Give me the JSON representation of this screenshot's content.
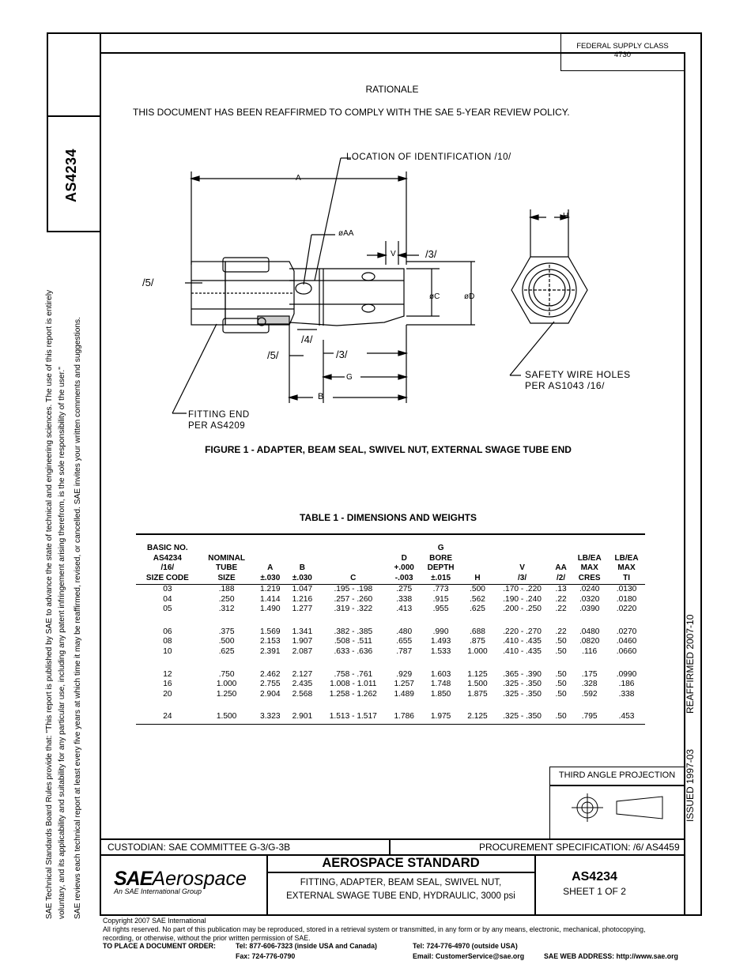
{
  "federal_supply": {
    "line1": "FEDERAL SUPPLY CLASS",
    "line2": "4730"
  },
  "doc_number_side": "AS4234",
  "rationale": {
    "heading": "RATIONALE",
    "text": "THIS DOCUMENT HAS BEEN REAFFIRMED TO COMPLY WITH THE SAE 5-YEAR REVIEW POLICY."
  },
  "figure": {
    "caption": "FIGURE 1 - ADAPTER, BEAM SEAL, SWIVEL NUT, EXTERNAL SWAGE TUBE END",
    "labels": {
      "location_id": "LOCATION OF IDENTIFICATION /10/",
      "a": "A",
      "aa": "øAA",
      "v": "V",
      "note3_top": "/3/",
      "note5_left": "/5/",
      "c": "øC",
      "d": "øD",
      "note4": "/4/",
      "note5_bottom": "/5/",
      "note3_bottom": "/3/",
      "g": "G",
      "b": "B",
      "fitting_end_1": "FITTING END",
      "fitting_end_2": "PER AS4209",
      "h": "H",
      "safety_1": "SAFETY WIRE HOLES",
      "safety_2": "PER AS1043 /16/"
    }
  },
  "table": {
    "title": "TABLE 1 - DIMENSIONS AND WEIGHTS",
    "headers": [
      [
        "BASIC NO.",
        "AS4234",
        "/16/",
        "SIZE CODE"
      ],
      [
        "NOMINAL",
        "TUBE",
        "SIZE"
      ],
      [
        "A",
        "±.030"
      ],
      [
        "B",
        "±.030"
      ],
      [
        "C"
      ],
      [
        "D",
        "+.000",
        "-.003"
      ],
      [
        "G",
        "BORE",
        "DEPTH",
        "±.015"
      ],
      [
        "H"
      ],
      [
        "V",
        "/3/"
      ],
      [
        "AA",
        "/2/"
      ],
      [
        "LB/EA",
        "MAX",
        "CRES"
      ],
      [
        "LB/EA",
        "MAX",
        "TI"
      ]
    ],
    "groups": [
      [
        [
          "03",
          ".188",
          "1.219",
          "1.047",
          ".195 - .198",
          ".275",
          ".773",
          ".500",
          ".170 - .220",
          ".13",
          ".0240",
          ".0130"
        ],
        [
          "04",
          ".250",
          "1.414",
          "1.216",
          ".257 - .260",
          ".338",
          ".915",
          ".562",
          ".190 - .240",
          ".22",
          ".0320",
          ".0180"
        ],
        [
          "05",
          ".312",
          "1.490",
          "1.277",
          ".319 - .322",
          ".413",
          ".955",
          ".625",
          ".200 - .250",
          ".22",
          ".0390",
          ".0220"
        ]
      ],
      [
        [
          "06",
          ".375",
          "1.569",
          "1.341",
          ".382 - .385",
          ".480",
          ".990",
          ".688",
          ".220 - .270",
          ".22",
          ".0480",
          ".0270"
        ],
        [
          "08",
          ".500",
          "2.153",
          "1.907",
          ".508 - .511",
          ".655",
          "1.493",
          ".875",
          ".410 - .435",
          ".50",
          ".0820",
          ".0460"
        ],
        [
          "10",
          ".625",
          "2.391",
          "2.087",
          ".633 - .636",
          ".787",
          "1.533",
          "1.000",
          ".410 - .435",
          ".50",
          ".116",
          ".0660"
        ]
      ],
      [
        [
          "12",
          ".750",
          "2.462",
          "2.127",
          ".758 - .761",
          ".929",
          "1.603",
          "1.125",
          ".365 - .390",
          ".50",
          ".175",
          ".0990"
        ],
        [
          "16",
          "1.000",
          "2.755",
          "2.435",
          "1.008 - 1.011",
          "1.257",
          "1.748",
          "1.500",
          ".325 - .350",
          ".50",
          ".328",
          ".186"
        ],
        [
          "20",
          "1.250",
          "2.904",
          "2.568",
          "1.258 - 1.262",
          "1.489",
          "1.850",
          "1.875",
          ".325 - .350",
          ".50",
          ".592",
          ".338"
        ]
      ],
      [
        [
          "24",
          "1.500",
          "3.323",
          "2.901",
          "1.513 - 1.517",
          "1.786",
          "1.975",
          "2.125",
          ".325 - .350",
          ".50",
          ".795",
          ".453"
        ]
      ]
    ]
  },
  "side_right": {
    "issued": "ISSUED 1997-03",
    "reaffirmed": "REAFFIRMED 2007-10"
  },
  "third_angle": "THIRD ANGLE PROJECTION",
  "side_left": {
    "line1": "SAE Technical Standards Board Rules provide that: \"This report is published by SAE to advance the state of technical and engineering sciences. The use of this report is entirely",
    "line2": "voluntary, and its applicability and suitability for any particular use, including any patent infringement arising therefrom, is the sole responsibility of the user.\"",
    "line3": "SAE reviews each technical report at least every five years at which time it may be reaffirmed, revised, or cancelled. SAE invites your written comments and suggestions."
  },
  "title_block": {
    "custodian": "CUSTODIAN:  SAE COMMITTEE G-3/G-3B",
    "procurement": "PROCUREMENT SPECIFICATION:  /6/ AS4459",
    "standard": "AEROSPACE STANDARD",
    "logo_sae": "SAE",
    "logo_aerospace": "Aerospace",
    "logo_sub": "An SAE International Group",
    "desc1": "FITTING, ADAPTER, BEAM SEAL, SWIVEL NUT,",
    "desc2": "EXTERNAL SWAGE TUBE END, HYDRAULIC, 3000 psi",
    "number": "AS4234",
    "sheet": "SHEET 1 OF 2"
  },
  "footer": {
    "copyright": "Copyright 2007 SAE International",
    "rights1": "All rights reserved. No part of this publication may be reproduced, stored in a retrieval system or transmitted, in any form or by any means, electronic, mechanical, photocopying,",
    "rights2": "recording, or otherwise, without the prior written permission of SAE.",
    "order_label": "TO PLACE A DOCUMENT ORDER:",
    "tel_usa": "Tel: 877-606-7323 (inside USA and Canada)",
    "tel_out": "Tel: 724-776-4970 (outside USA)",
    "fax": "Fax: 724-776-0790",
    "email": "Email:  CustomerService@sae.org",
    "web": "SAE WEB ADDRESS: http://www.sae.org"
  }
}
